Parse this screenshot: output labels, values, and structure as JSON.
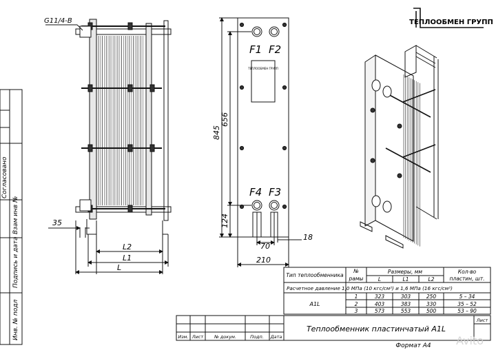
{
  "brand": {
    "logo_text": "ТЕПЛООБМЕН ГРУПП",
    "nameplate_text": "ТЕПЛООБМЕН ГРУПП"
  },
  "side_view": {
    "thread_label": "G11/4-B",
    "dims": {
      "d35": "35",
      "L2": "L2",
      "L1": "L1",
      "L": "L"
    }
  },
  "front_view": {
    "ports": {
      "F1": "F1",
      "F2": "F2",
      "F3": "F3",
      "F4": "F4"
    },
    "dims": {
      "h845": "845",
      "h656": "656",
      "h124": "124",
      "w70": "70",
      "w18": "18",
      "w210": "210"
    }
  },
  "stamp_side": {
    "labels": [
      "Согласовано",
      "Взам инв №",
      "Подпись и дата",
      "Инв. № подл"
    ]
  },
  "spec_table": {
    "header": {
      "col1": "Тип теплообменника",
      "col2_line1": "№",
      "col2_line2": "рамы",
      "sizes": "Размеры, мм",
      "L": "L",
      "L1": "L1",
      "L2": "L2",
      "count_line1": "Кол-во",
      "count_line2": "пластин, шт."
    },
    "pressure_note": "Расчетное давление 1,0 МПа (10 кгс/см²) и 1,6 МПа (16 кгс/см²)",
    "type": "A1L",
    "rows": [
      {
        "frame": "1",
        "L": "323",
        "L1": "303",
        "L2": "250",
        "plates": "5 – 34"
      },
      {
        "frame": "2",
        "L": "403",
        "L1": "383",
        "L2": "330",
        "plates": "35 – 52"
      },
      {
        "frame": "3",
        "L": "573",
        "L1": "553",
        "L2": "500",
        "plates": "53 – 90"
      }
    ]
  },
  "title_block": {
    "title": "Теплообменник пластинчатый A1L",
    "sheet_label": "Лист",
    "format": "Формат А4",
    "columns": [
      "Изм.",
      "Лист",
      "№ докум.",
      "Подп.",
      "Дата"
    ]
  },
  "watermark": "Avito"
}
